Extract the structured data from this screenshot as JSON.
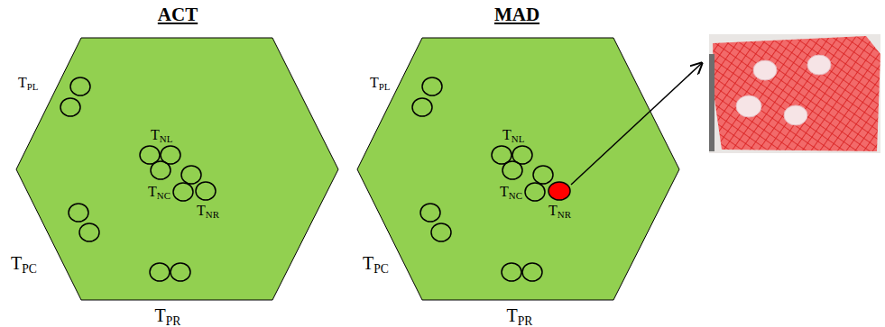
{
  "diagram": {
    "labels": [
      "ACT",
      "TPL",
      "TNL",
      "TNC",
      "TNR",
      "TPC",
      "TPR",
      "MAD",
      "TPL",
      "TNL",
      "TNC",
      "TNR",
      "TPC",
      "TPR"
    ]
  }
}
